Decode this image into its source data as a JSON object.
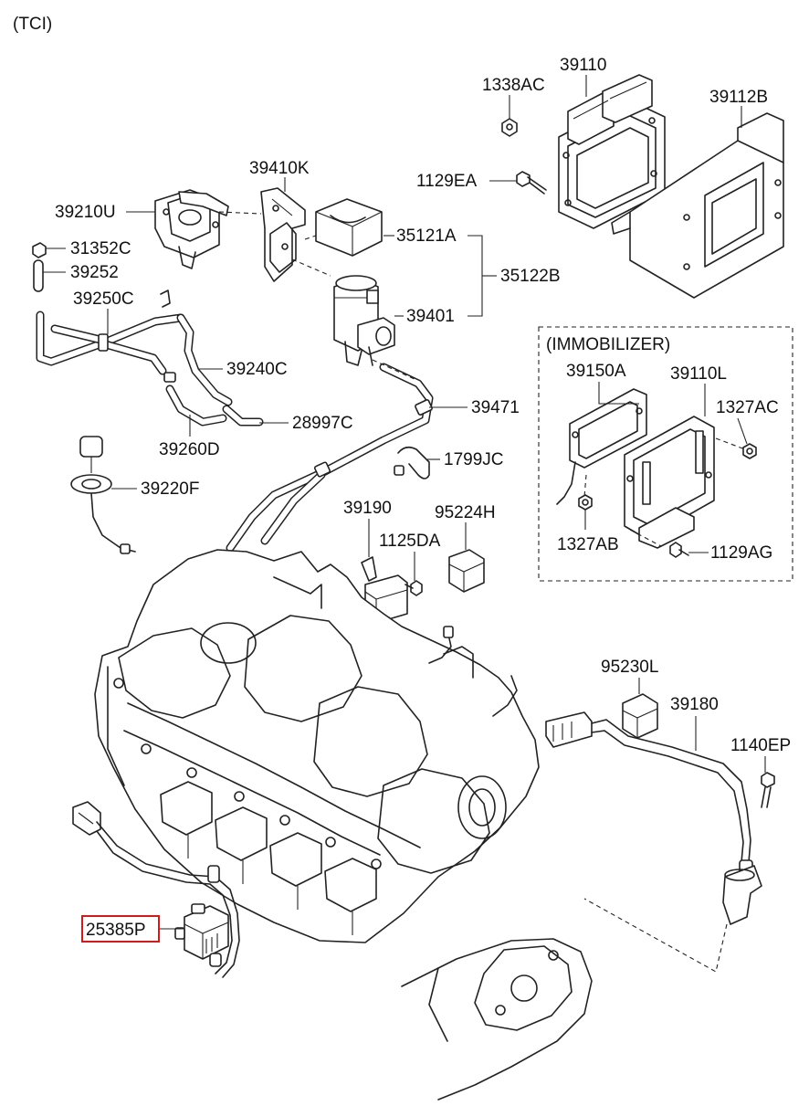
{
  "header": {
    "variant": "(TCI)"
  },
  "immobilizer_group": {
    "title": "(IMMOBILIZER)"
  },
  "highlight_color": "#d11a1a",
  "callouts": [
    {
      "id": "39110",
      "text": "39110"
    },
    {
      "id": "1338AC",
      "text": "1338AC"
    },
    {
      "id": "39112B",
      "text": "39112B"
    },
    {
      "id": "1129EA",
      "text": "1129EA"
    },
    {
      "id": "39410K",
      "text": "39410K"
    },
    {
      "id": "39210U",
      "text": "39210U"
    },
    {
      "id": "35121A",
      "text": "35121A"
    },
    {
      "id": "31352C",
      "text": "31352C"
    },
    {
      "id": "39252",
      "text": "39252"
    },
    {
      "id": "35122B",
      "text": "35122B"
    },
    {
      "id": "39250C",
      "text": "39250C"
    },
    {
      "id": "39401",
      "text": "39401"
    },
    {
      "id": "39240C",
      "text": "39240C"
    },
    {
      "id": "28997C",
      "text": "28997C"
    },
    {
      "id": "39471",
      "text": "39471"
    },
    {
      "id": "39260D",
      "text": "39260D"
    },
    {
      "id": "1799JC",
      "text": "1799JC"
    },
    {
      "id": "39220F",
      "text": "39220F"
    },
    {
      "id": "39190",
      "text": "39190"
    },
    {
      "id": "95224H",
      "text": "95224H"
    },
    {
      "id": "1125DA",
      "text": "1125DA"
    },
    {
      "id": "39150A",
      "text": "39150A"
    },
    {
      "id": "39110L",
      "text": "39110L"
    },
    {
      "id": "1327AC",
      "text": "1327AC"
    },
    {
      "id": "1327AB",
      "text": "1327AB"
    },
    {
      "id": "1129AG",
      "text": "1129AG"
    },
    {
      "id": "95230L",
      "text": "95230L"
    },
    {
      "id": "39180",
      "text": "39180"
    },
    {
      "id": "1140EP",
      "text": "1140EP"
    },
    {
      "id": "25385P",
      "text": "25385P",
      "highlighted": true
    }
  ]
}
